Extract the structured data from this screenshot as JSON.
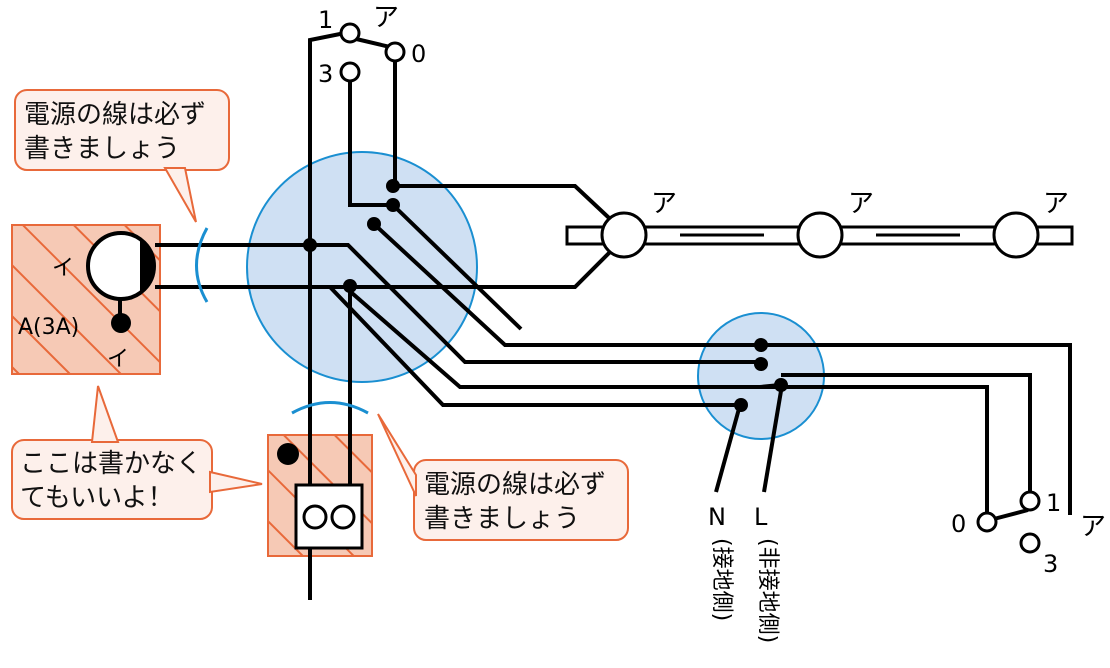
{
  "colors": {
    "callout_stroke": "#e8693a",
    "callout_fill": "#fdf0eb",
    "hatch_fill": "#f6c9b5",
    "hatch_line": "#e8693a",
    "box_circle_fill": "#cfe0f3",
    "box_circle_stroke": "#1a8fd1",
    "clamp": "#1a8fd1",
    "wire": "#000000"
  },
  "callouts": [
    {
      "lines": [
        "電源の線は必ず",
        "書きましょう"
      ]
    },
    {
      "lines": [
        "ここは書かなく",
        "てもいいよ！"
      ]
    },
    {
      "lines": [
        "電源の線は必ず",
        "書きましょう"
      ]
    }
  ],
  "switch_top": {
    "terminals": [
      "1",
      "0",
      "3"
    ],
    "label": "ア"
  },
  "switch_bottom": {
    "terminals": [
      "0",
      "1",
      "3"
    ],
    "label": "ア"
  },
  "lamps": [
    {
      "label": "ア"
    },
    {
      "label": "ア"
    },
    {
      "label": "ア"
    }
  ],
  "left_device": {
    "label_i_top": "イ",
    "label_a": "A(3A)",
    "label_i_bottom": "イ"
  },
  "source": {
    "n_label": "N",
    "n_desc": "(接地側)",
    "l_label": "L",
    "l_desc": "(非接地側)"
  }
}
